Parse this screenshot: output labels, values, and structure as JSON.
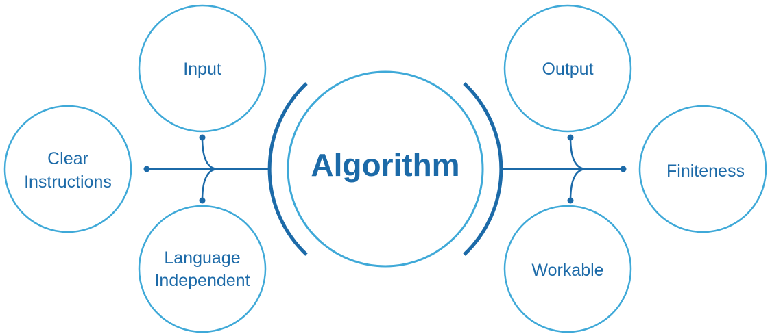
{
  "center": {
    "label": "Algorithm"
  },
  "nodes": {
    "input": {
      "line1": "Input"
    },
    "clear_instructions": {
      "line1": "Clear",
      "line2": "Instructions"
    },
    "language_independent": {
      "line1": "Language",
      "line2": "Independent"
    },
    "output": {
      "line1": "Output"
    },
    "finiteness": {
      "line1": "Finiteness"
    },
    "workable": {
      "line1": "Workable"
    }
  },
  "colors": {
    "circle_stroke": "#3fa9d8",
    "accent": "#1c6aa8",
    "background": "#ffffff"
  }
}
